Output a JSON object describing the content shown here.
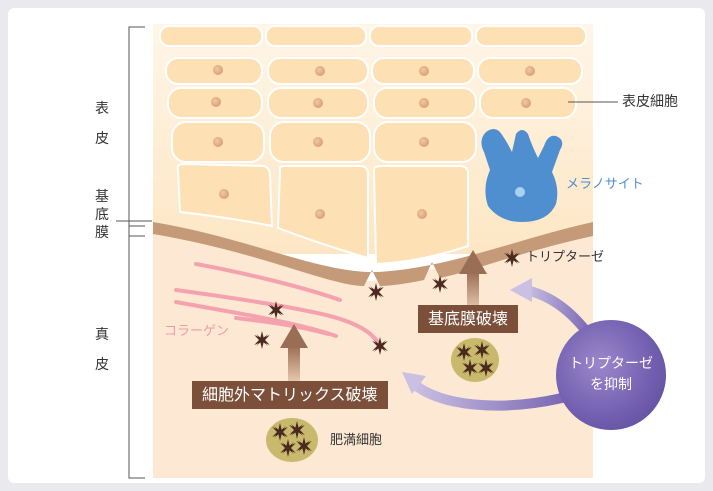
{
  "labels": {
    "epidermis": [
      "表",
      "皮"
    ],
    "basement_membrane": [
      "基",
      "底",
      "膜"
    ],
    "dermis": [
      "真",
      "皮"
    ],
    "epidermal_cell": "表皮細胞",
    "melanocyte": "メラノサイト",
    "tryptase": "トリプターゼ",
    "collagen": "コラーゲン",
    "mast_cell": "肥満細胞",
    "basement_destruction": "基底膜破壊",
    "ecm_destruction": "細胞外マトリックス破壊",
    "inhibit_line1": "トリプターゼ",
    "inhibit_line2": "を抑制"
  },
  "colors": {
    "epidermis_cell": "#fde0b3",
    "cell_nucleus": "#e6b58e",
    "dermis": "#fde8d4",
    "membrane": "#c59a78",
    "melanocyte": "#4f8fd0",
    "collagen": "#f4a3ae",
    "mast_cell": "#c9b96c",
    "tryptase_star": "#4a2a20",
    "label_box": "#7c4f3a",
    "arrow_brown": "#a07559",
    "arrow_purple": "#8877bb",
    "inhibit_circle": "#7360b0",
    "melanocyte_text": "#4f8fd0",
    "collagen_text": "#f19aa5"
  }
}
